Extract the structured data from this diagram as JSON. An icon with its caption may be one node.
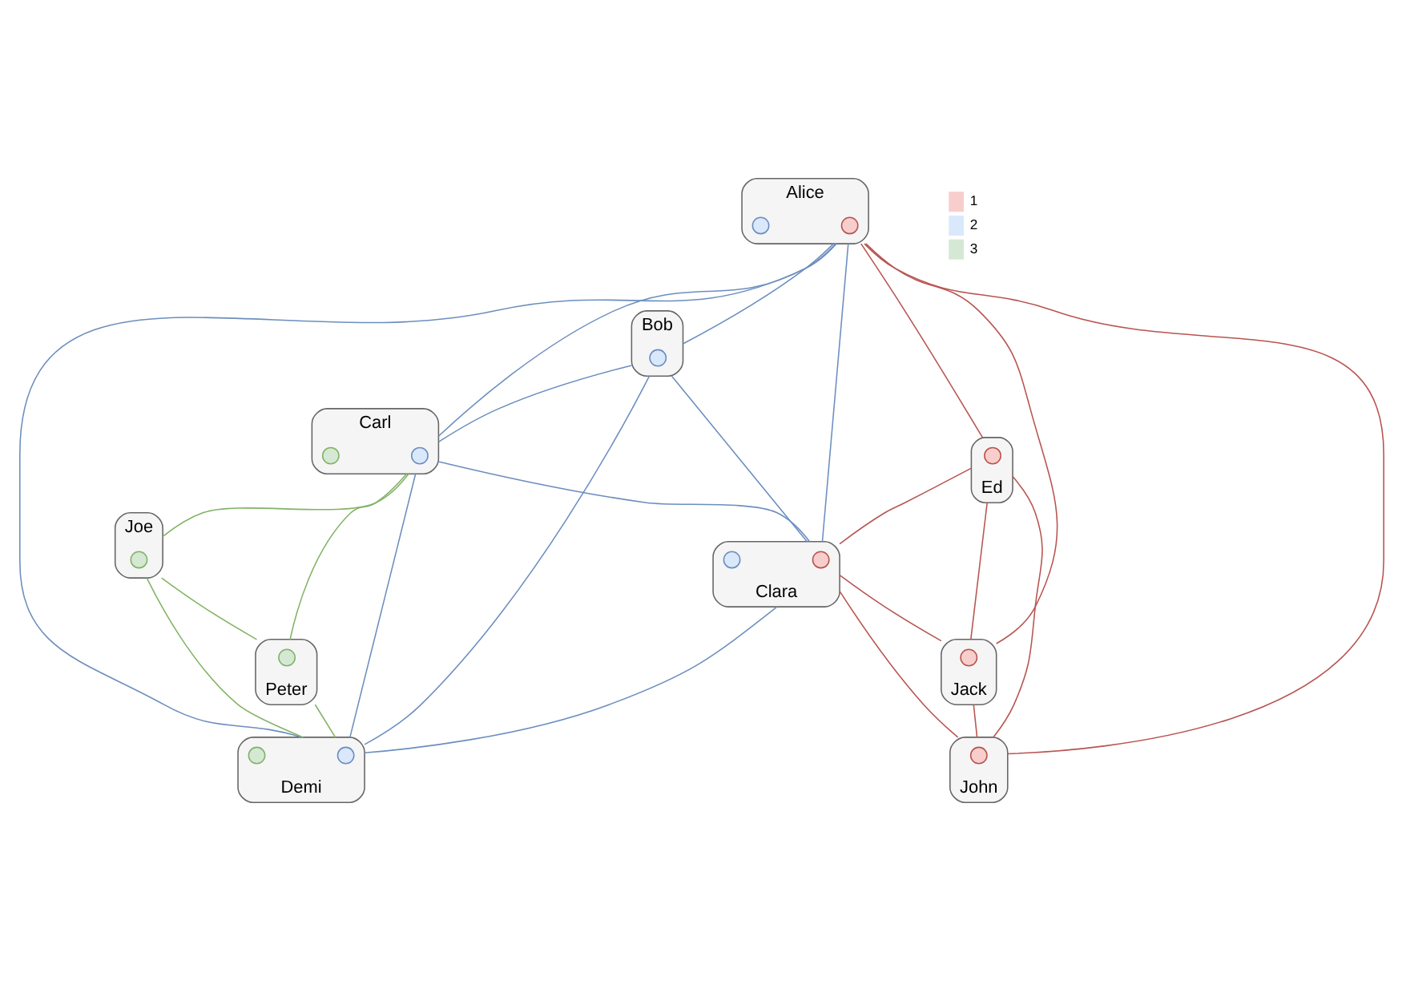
{
  "diagram": {
    "nodes": [
      {
        "text": [
          "Bob"
        ]
      },
      {
        "text": [],
        "shape": "circle",
        "in": 0
      },
      {
        "text": [
          "Alice"
        ]
      },
      {
        "text": [],
        "shape": "circle",
        "in": 2
      },
      {
        "text": [],
        "shape": "circle",
        "in": 2
      },
      {
        "text": [
          "Joe"
        ]
      },
      {
        "text": [],
        "shape": "circle",
        "in": 5
      },
      {
        "text": [
          "Carl"
        ]
      },
      {
        "text": [],
        "shape": "circle",
        "in": 7
      },
      {
        "text": [],
        "shape": "circle",
        "in": 7
      },
      {
        "text": [
          "Ed"
        ]
      },
      {
        "text": [],
        "shape": "circle",
        "in": 10
      },
      {
        "text": [
          "Peter"
        ]
      },
      {
        "text": [],
        "shape": "circle",
        "in": 12
      },
      {
        "text": [
          "Clara"
        ]
      },
      {
        "text": [],
        "shape": "circle",
        "in": 14
      },
      {
        "text": [],
        "shape": "circle",
        "in": 14
      },
      {
        "text": [
          "Demi"
        ]
      },
      {
        "text": [],
        "shape": "circle",
        "in": 17
      },
      {
        "text": [],
        "shape": "circle",
        "in": 17
      },
      {
        "text": [
          "Jack"
        ]
      },
      {
        "text": [],
        "shape": "circle",
        "in": 20
      },
      {
        "text": [
          "John"
        ]
      },
      {
        "text": [],
        "shape": "circle",
        "in": 22
      }
    ],
    "edges": [
      {
        "from": 2,
        "to": 10,
        "arrow": "none",
        "color": "#b85450"
      },
      {
        "from": 2,
        "to": 20,
        "arrow": "none",
        "color": "#b85450"
      },
      {
        "from": 2,
        "to": 22,
        "arrow": "none",
        "color": "#b85450"
      },
      {
        "from": 10,
        "to": 14,
        "arrow": "none",
        "color": "#b85450"
      },
      {
        "from": 10,
        "to": 20,
        "arrow": "none",
        "color": "#b85450"
      },
      {
        "from": 10,
        "to": 22,
        "arrow": "none",
        "color": "#b85450"
      },
      {
        "from": 14,
        "to": 20,
        "arrow": "none",
        "color": "#b85450"
      },
      {
        "from": 14,
        "to": 22,
        "arrow": "none",
        "color": "#b85450"
      },
      {
        "from": 20,
        "to": 22,
        "arrow": "none",
        "color": "#b85450"
      },
      {
        "from": 2,
        "to": 0,
        "arrow": "none"
      },
      {
        "from": 2,
        "to": 7,
        "arrow": "none"
      },
      {
        "from": 2,
        "to": 14,
        "arrow": "none"
      },
      {
        "from": 2,
        "to": 17,
        "arrow": "none"
      },
      {
        "from": 0,
        "to": 14,
        "arrow": "none"
      },
      {
        "from": 0,
        "to": 17,
        "arrow": "none"
      },
      {
        "from": 0,
        "to": 7,
        "arrow": "none"
      },
      {
        "from": 7,
        "to": 14,
        "arrow": "none"
      },
      {
        "from": 7,
        "to": 17,
        "arrow": "none"
      },
      {
        "from": 14,
        "to": 17,
        "arrow": "none"
      },
      {
        "from": 7,
        "to": 5,
        "arrow": "none",
        "color": "#82b366"
      },
      {
        "from": 7,
        "to": 12,
        "arrow": "none",
        "color": "#82b366"
      },
      {
        "from": 5,
        "to": 12,
        "arrow": "none",
        "color": "#82b366"
      },
      {
        "from": 5,
        "to": 17,
        "arrow": "none",
        "color": "#82b366"
      },
      {
        "from": 12,
        "to": 17,
        "arrow": "none",
        "color": "#82b366"
      }
    ],
    "legend": [
      {
        "text": "1",
        "color": "#f8cecc"
      },
      {
        "text": "2",
        "color": "#dae8fc"
      },
      {
        "text": "3",
        "color": "#d5e8d4"
      }
    ]
  }
}
